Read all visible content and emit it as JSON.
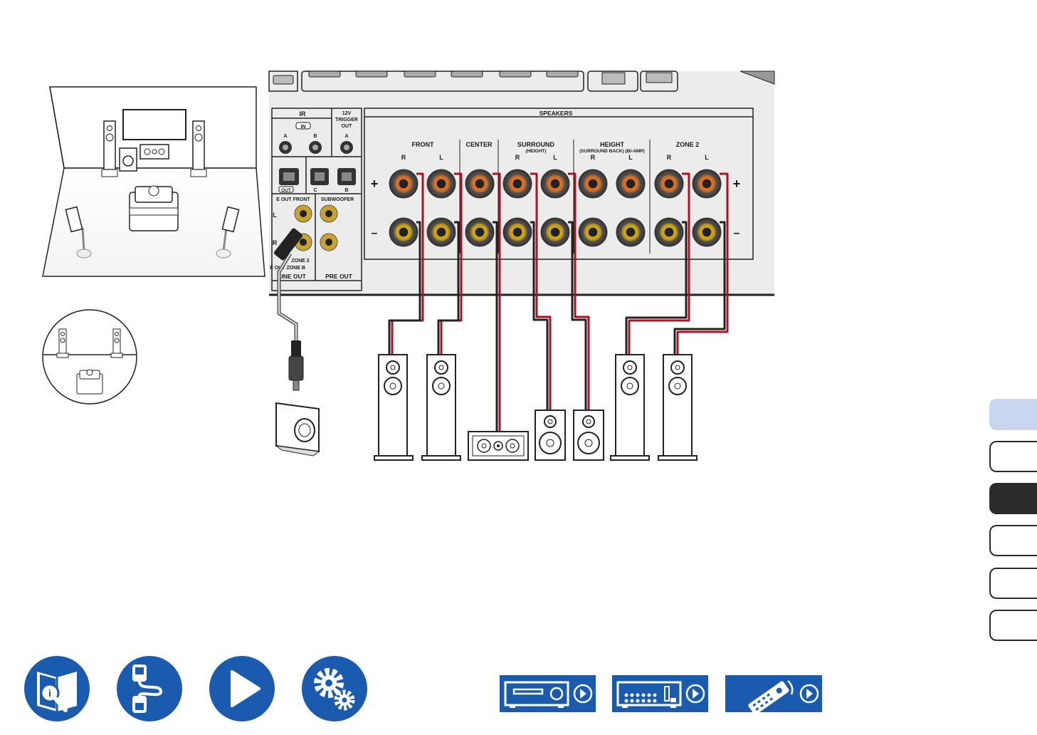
{
  "colors": {
    "accent": "#1a5bb0",
    "tab_active": "#c9d4ee",
    "tab_dark": "#2e2b2b",
    "cable_red": "#b01020",
    "terminal_orange": "#d8702a",
    "terminal_gold": "#c8a020"
  },
  "panel": {
    "ir_label": "IR",
    "ir_in": "IN",
    "ir_a": "A",
    "ir_b": "B",
    "trigger_label_1": "12V",
    "trigger_label_2": "TRIGGER",
    "trigger_label_3": "OUT",
    "trigger_a": "A",
    "out_label": "OUT",
    "c_label": "C",
    "b_label": "B",
    "line_out_front": "E OUT FRONT",
    "subwoofer": "SUBWOOFER",
    "l_label": "L",
    "r_label": "R",
    "zone2": "ZONE 2",
    "zone_b": "E OUT ZONE B",
    "line_out": "LINE OUT",
    "pre_out": "PRE OUT",
    "speakers": "SPEAKERS",
    "plus": "+",
    "minus": "–",
    "groups": [
      {
        "name": "FRONT",
        "sub": "",
        "channels": [
          "R",
          "L"
        ]
      },
      {
        "name": "CENTER",
        "sub": "",
        "channels": []
      },
      {
        "name": "SURROUND",
        "sub": "(HEIGHT)",
        "channels": [
          "R",
          "L"
        ]
      },
      {
        "name": "HEIGHT",
        "sub": "(SURROUND BACK) (BI-AMP)",
        "channels": [
          "R",
          "L"
        ]
      },
      {
        "name": "ZONE 2",
        "sub": "",
        "channels": [
          "R",
          "L"
        ]
      }
    ]
  },
  "icons": {
    "nav": [
      "manual-search-icon",
      "cable-connection-icon",
      "playback-icon",
      "settings-gears-icon"
    ],
    "device": [
      "front-panel-icon",
      "rear-panel-icon",
      "remote-control-icon"
    ]
  }
}
